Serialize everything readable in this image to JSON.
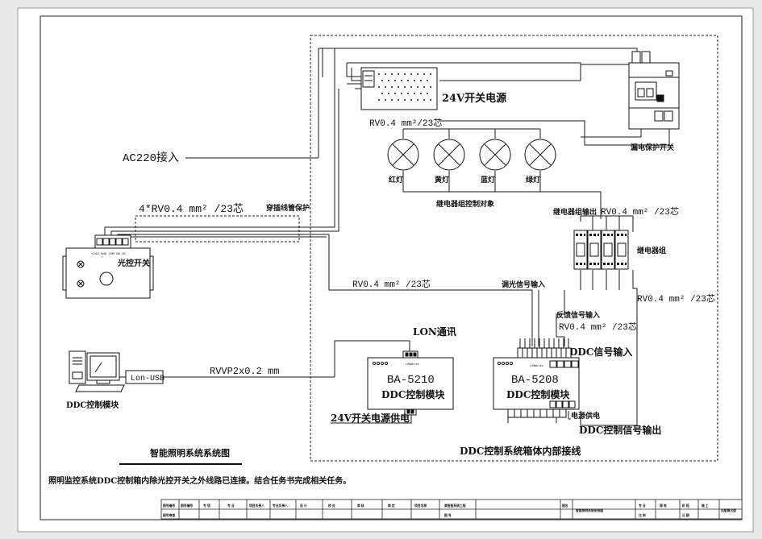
{
  "labels": {
    "ac220": "AC220接入",
    "power_supply": "24V开关电源",
    "rv_lamps": "RV0.4 mm²/23芯",
    "lamp_red": "红灯",
    "lamp_yellow": "黄灯",
    "lamp_blue": "蓝灯",
    "lamp_green": "绿灯",
    "relay_target": "继电器组控制对象",
    "leak_switch": "漏电保护开关",
    "cable_4rv": "4*RV0.4 mm²  /23芯",
    "conduit": "穿插线管保护",
    "terminal_labels": "+24V GND COM NO NC",
    "photo_switch": "光控开关",
    "relay_output": "继电器组输出",
    "rv_relay": "RV0.4 mm²  /23芯",
    "relay_group": "继电器组",
    "rv_dim": "RV0.4 mm²  /23芯",
    "dim_input": "调光信号输入",
    "rv_right": "RV0.4 mm²  /23芯",
    "feedback_input": "反馈信号输入",
    "rv_feedback": "RV0.4 mm²  /23芯",
    "lon_comm": "LON通讯",
    "ddc_signal_input": "DDC信号输入",
    "lon_usb": "Lon-USB",
    "rvvp": "RVVP2x0.2 mm",
    "ba5210": "BA-5210",
    "ba5208": "BA-5208",
    "ddc_module_1": "DDC控制模块",
    "ddc_module_2": "DDC控制模块",
    "ddc_pc": "DDC控制模块",
    "power_24v": "24V开关电源供电",
    "power_supply_feed": "电源供电",
    "ddc_output": "DDC控制信号输出",
    "box_title": "DDC控制系统箱体内部接线",
    "lonworks": "LONWorks",
    "diagram_title": "智能照明系统系统图",
    "task": "照明监控系统DDC控制箱内除光控开关之外线路已连接。结合任务书完成相关任务。"
  },
  "title_block": {
    "row1": [
      "图号编号",
      "图号编号",
      "专 项",
      "专 业",
      "项目负责人",
      "专业负责人",
      "设 计",
      "校 对",
      "审 核",
      "审 定",
      "项目名称",
      "某智能系统工程",
      "图名",
      "智能照明系统系统图",
      "专 业",
      "弱 电",
      "阶 段",
      "施 工",
      "出版第次版"
    ],
    "row2": [
      "图号审查",
      "比 例",
      "日 期",
      "图 号"
    ]
  },
  "colors": {
    "line": "#1a1a1a",
    "paper": "#ffffff",
    "background": "#e9e9e9"
  }
}
